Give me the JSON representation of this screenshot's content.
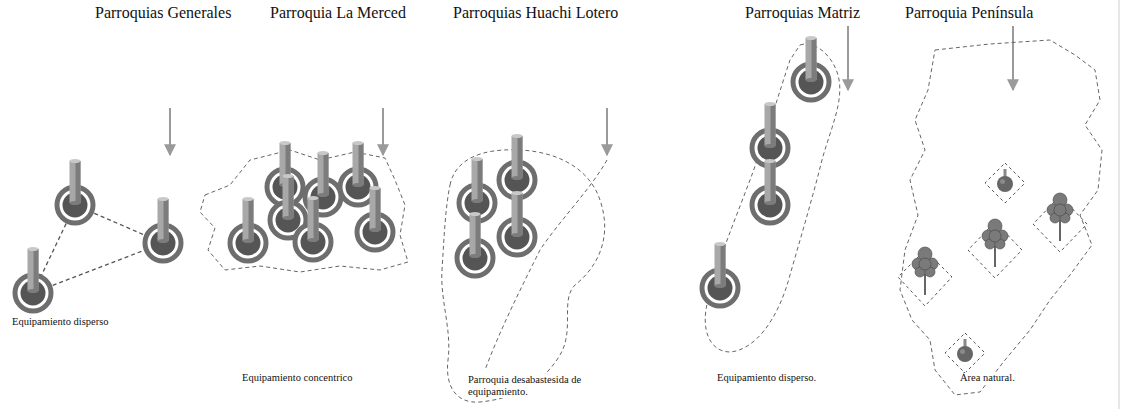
{
  "diagram": {
    "labels": [
      "Parroquias Generales",
      "Parroquia La Merced",
      "Parroquias Huachi Lotero",
      "Parroquias Matriz",
      "Parroquia Península",
      "Equipamiento disperso",
      "Equipamiento concentrico",
      "Parroquia desabastesida de equipamiento.",
      "Equipamiento disperso.",
      "Área natural."
    ]
  }
}
